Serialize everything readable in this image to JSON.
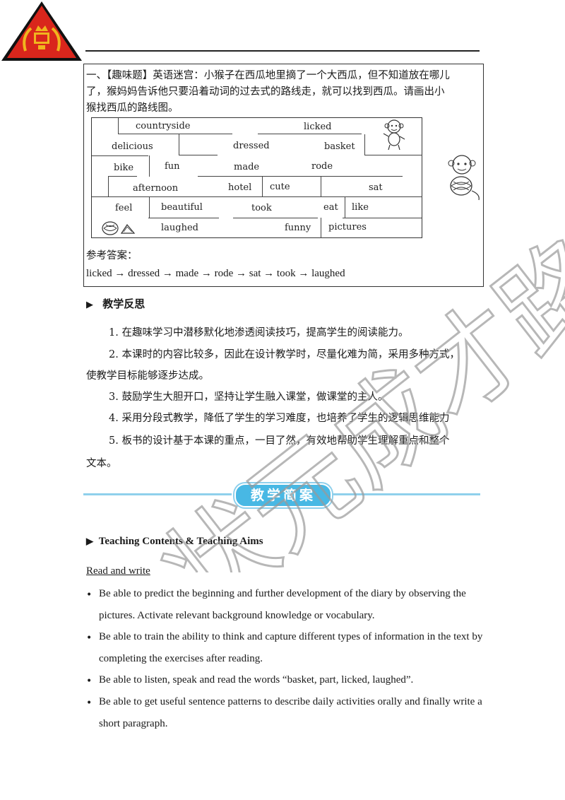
{
  "colors": {
    "logo_red": "#d9261c",
    "logo_black": "#111111",
    "logo_gold": "#f0b51e",
    "banner_blue": "#48b8e4",
    "watermark": "#9a9a9a"
  },
  "icons": [
    "school-emblem-icon",
    "monkey-icon",
    "monkey-with-watermelon-icon",
    "watermelon-icon",
    "triangle-bullet-icon"
  ],
  "puzzle": {
    "question_line1": "一、【趣味题】英语迷宫：小猴子在西瓜地里摘了一个大西瓜，但不知道放在哪儿",
    "question_line2": "了，猴妈妈告诉他只要沿着动词的过去式的路线走，就可以找到西瓜。请画出小",
    "question_line3": "猴找西瓜的路线图。",
    "maze_words": [
      "countryside",
      "licked",
      "delicious",
      "dressed",
      "basket",
      "bike",
      "fun",
      "made",
      "rode",
      "afternoon",
      "hotel",
      "cute",
      "sat",
      "feel",
      "beautiful",
      "took",
      "eat",
      "like",
      "laughed",
      "funny",
      "pictures"
    ],
    "answer_label": "参考答案：",
    "answer_path": "licked → dressed → made → rode → sat → took → laughed"
  },
  "reflection": {
    "heading": "教学反思",
    "items": [
      "1. 在趣味学习中潜移默化地渗透阅读技巧，提高学生的阅读能力。",
      "2. 本课时的内容比较多，因此在设计教学时，尽量化难为简，采用多种方式，",
      "使教学目标能够逐步达成。",
      "3. 鼓励学生大胆开口，坚持让学生融入课堂，做课堂的主人。",
      "4. 采用分段式教学，降低了学生的学习难度，也培养了学生的逻辑思维能力",
      "5. 板书的设计基于本课的重点，一目了然，有效地帮助学生理解重点和整个",
      "文本。"
    ]
  },
  "banner_title": "教学简案",
  "watermark_text": "状元成才路",
  "plan": {
    "heading": "Teaching Contents & Teaching Aims",
    "subheading": "Read and write",
    "bullets": [
      "Be able to predict the beginning and further development of the diary by observing the pictures. Activate relevant background knowledge or vocabulary.",
      "Be able to train the ability to think and capture different types of information in the text by completing the exercises after reading.",
      "Be able to listen, speak and read the words “basket, part, licked, laughed”.",
      "Be able to get useful sentence patterns to describe daily activities orally and finally write a short paragraph."
    ]
  }
}
